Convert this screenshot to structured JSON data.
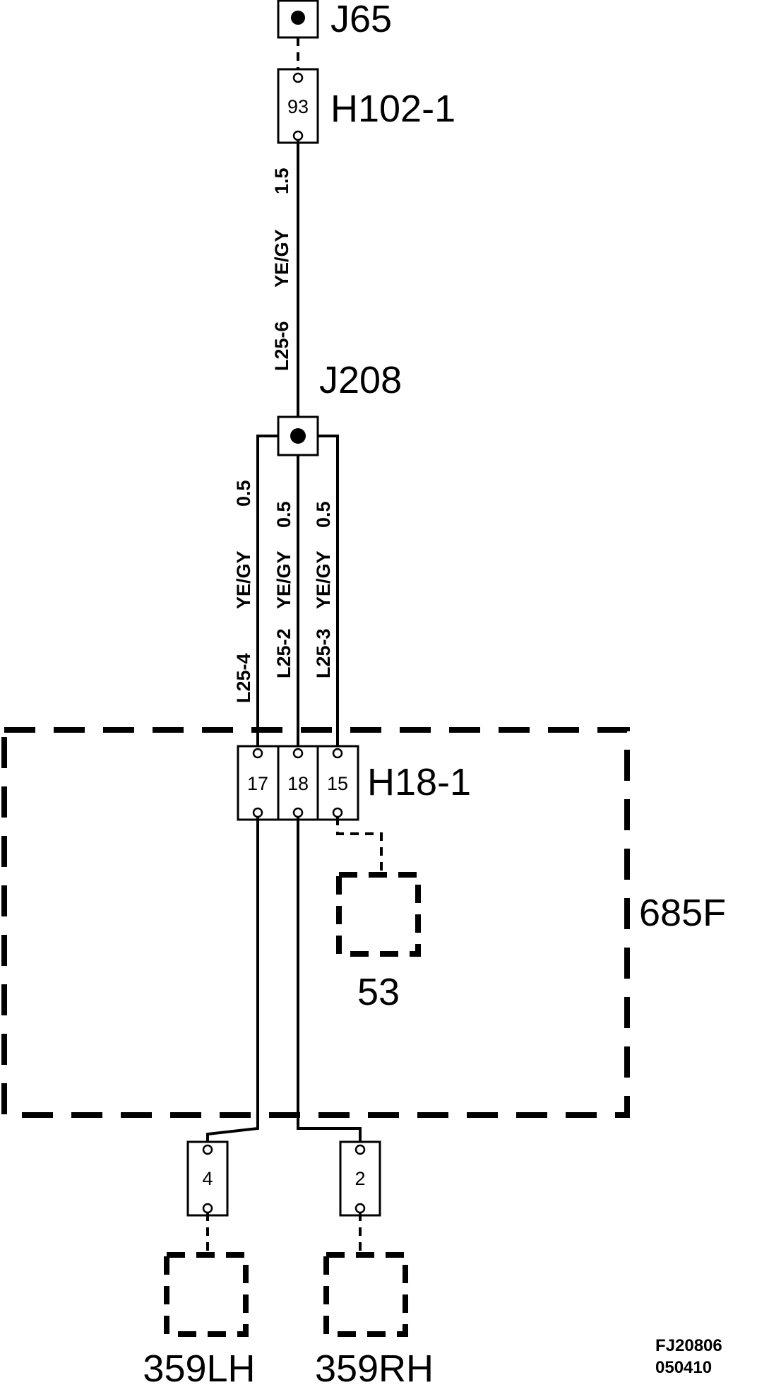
{
  "junctions": {
    "top": "J65",
    "middle": "J208"
  },
  "connectors": {
    "top_connector": {
      "name": "H102-1",
      "pin": "93"
    },
    "module_connector": {
      "name": "H18-1",
      "pins": [
        "17",
        "18",
        "15"
      ]
    },
    "lh_connector": {
      "pin": "4"
    },
    "rh_connector": {
      "pin": "2"
    }
  },
  "wires": {
    "main": {
      "id": "L25-6",
      "color": "YE/GY",
      "size": "1.5"
    },
    "branches": [
      {
        "id": "L25-4",
        "color": "YE/GY",
        "size": "0.5"
      },
      {
        "id": "L25-2",
        "color": "YE/GY",
        "size": "0.5"
      },
      {
        "id": "L25-3",
        "color": "YE/GY",
        "size": "0.5"
      }
    ]
  },
  "components": {
    "module": "685F",
    "internal": "53",
    "left": "359LH",
    "right": "359RH"
  },
  "figure_code": {
    "line1": "FJ20806",
    "line2": "050410"
  }
}
